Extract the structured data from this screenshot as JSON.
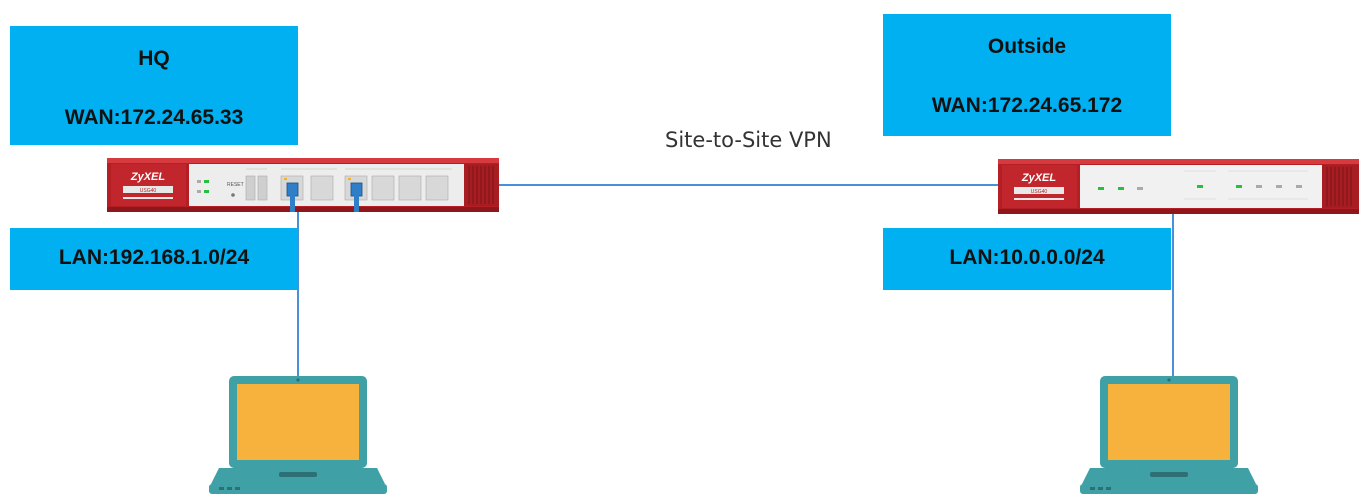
{
  "hq": {
    "title": "HQ",
    "wan": "WAN:172.24.65.33",
    "lan": "LAN:192.168.1.0/24",
    "device": {
      "brand": "ZyXEL",
      "model": "USG40",
      "reset_label": "RESET"
    }
  },
  "outside": {
    "title": "Outside",
    "wan": "WAN:172.24.65.172",
    "lan": "LAN:10.0.0.0/24",
    "device": {
      "brand": "ZyXEL",
      "model": "USG40"
    }
  },
  "link": {
    "label": "Site-to-Site VPN"
  },
  "colors": {
    "box": "#00b0f0",
    "wire": "#4a90d9",
    "device_red": "#c0262b",
    "laptop_body": "#3fa0a6",
    "laptop_screen": "#f6b23c"
  }
}
